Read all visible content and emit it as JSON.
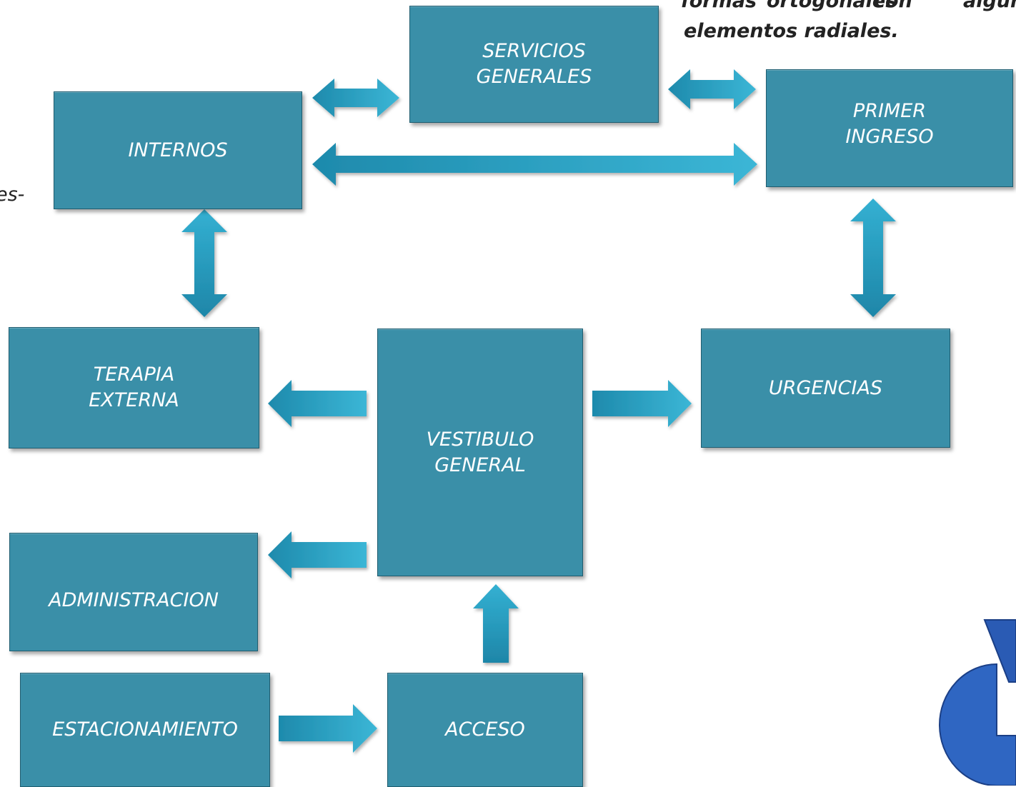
{
  "caption": {
    "line1_word1": "formas",
    "line1_word2": "ortogonales",
    "line1_word3": "con",
    "line1_word4": "algun",
    "line2": "elementos radiales.",
    "left_fragment": "es-"
  },
  "boxes": {
    "servicios": "SERVICIOS\nGENERALES",
    "internos": "INTERNOS",
    "primer_ingreso": "PRIMER\nINGRESO",
    "terapia": "TERAPIA\nEXTERNA",
    "vestibulo": "VESTIBULO\nGENERAL",
    "urgencias": "URGENCIAS",
    "administracion": "ADMINISTRACION",
    "estacionamiento": "ESTACIONAMIENTO",
    "acceso": "ACCESO"
  },
  "colors": {
    "box_fill": "#3a8fa8",
    "arrow_fill": "#2aa6c8",
    "logo_blue": "#2f66c2"
  }
}
